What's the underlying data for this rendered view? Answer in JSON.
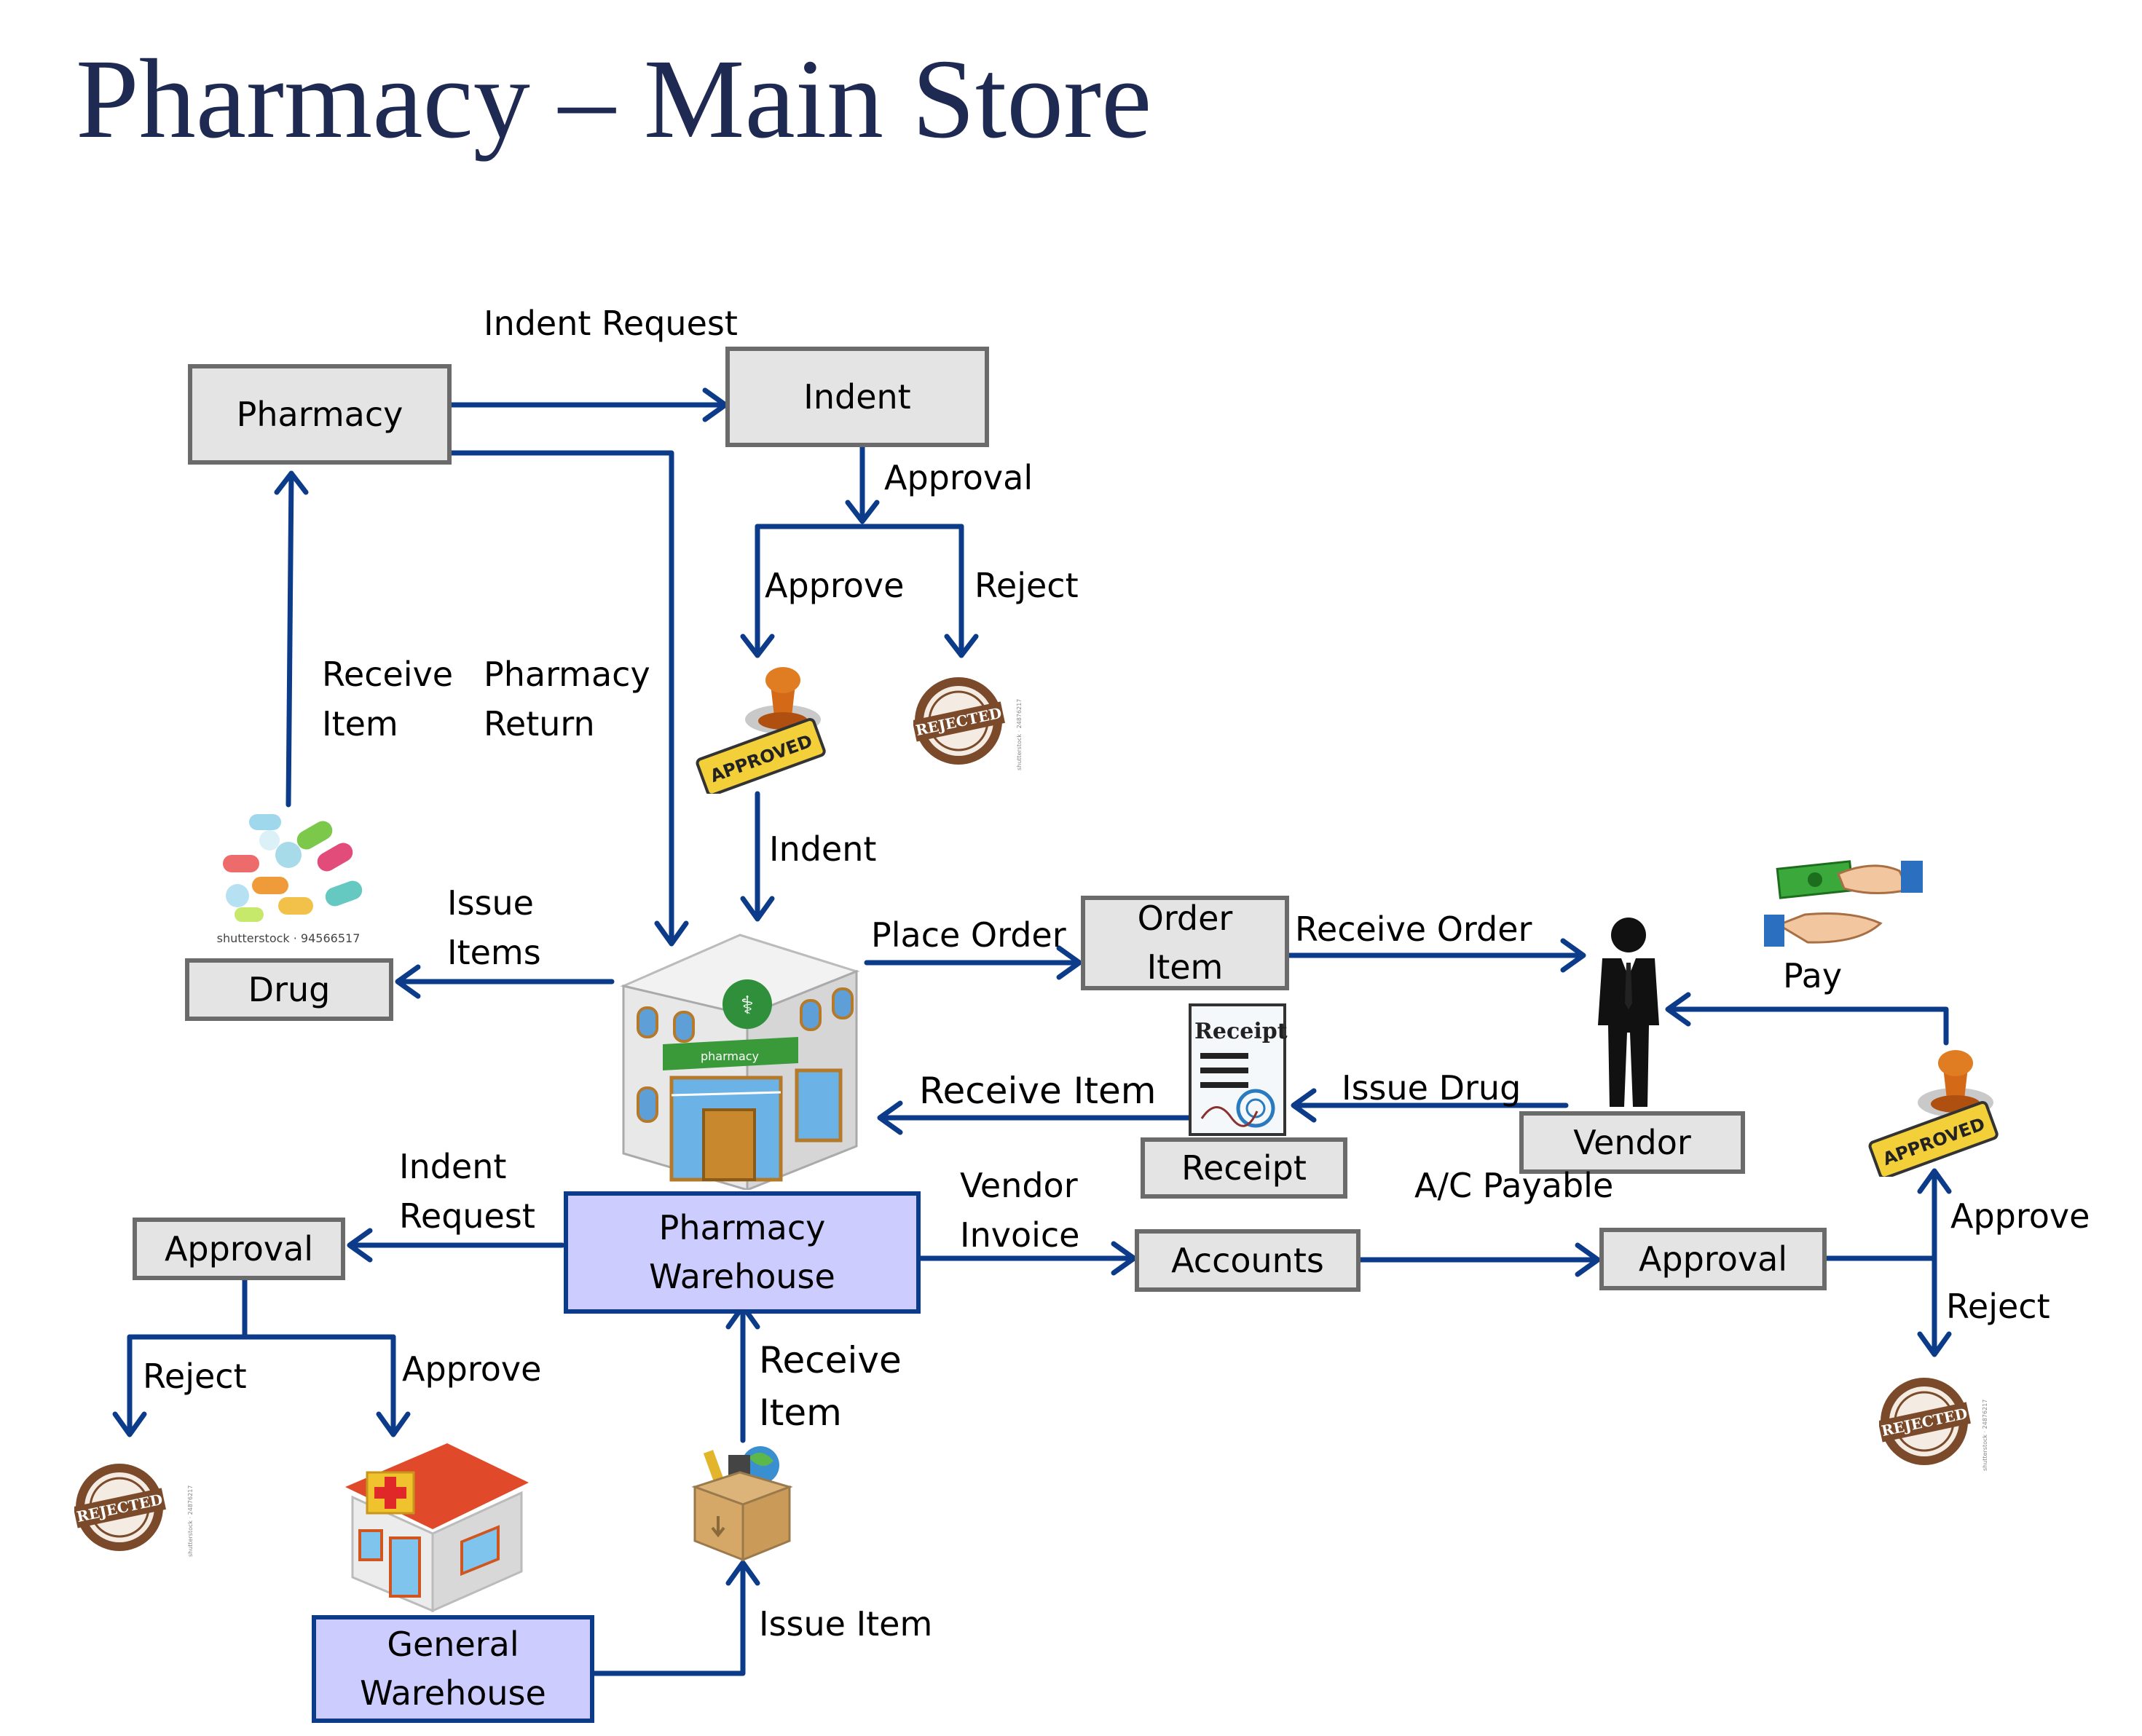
{
  "title": "Pharmacy – Main Store",
  "nodes": {
    "pharmacy": "Pharmacy",
    "indent": "Indent",
    "drug": "Drug",
    "order_item_1": "Order",
    "order_item_2": "Item",
    "vendor": "Vendor",
    "receipt": "Receipt",
    "pharmacy_warehouse_1": "Pharmacy",
    "pharmacy_warehouse_2": "Warehouse",
    "accounts": "Accounts",
    "approval_right": "Approval",
    "approval_left": "Approval",
    "general_warehouse_1": "General",
    "general_warehouse_2": "Warehouse"
  },
  "labels": {
    "indent_request_top": "Indent Request",
    "approval": "Approval",
    "approve_top": "Approve",
    "reject_top": "Reject",
    "receive_item_left_1": "Receive",
    "receive_item_left_2": "Item",
    "pharmacy_return_1": "Pharmacy",
    "pharmacy_return_2": "Return",
    "indent_mid": "Indent",
    "issue_items_1": "Issue",
    "issue_items_2": "Items",
    "place_order": "Place Order",
    "receive_order": "Receive Order",
    "pay": "Pay",
    "receive_item_mid": "Receive Item",
    "issue_drug": "Issue Drug",
    "indent_request_bottom_1": "Indent",
    "indent_request_bottom_2": "Request",
    "vendor_invoice_1": "Vendor",
    "vendor_invoice_2": "Invoice",
    "ac_payable": "A/C Payable",
    "approve_right": "Approve",
    "reject_right": "Reject",
    "reject_bottom": "Reject",
    "approve_bottom": "Approve",
    "receive_item_bottom_1": "Receive",
    "receive_item_bottom_2": "Item",
    "issue_item": "Issue Item"
  },
  "images": {
    "approved_stamp": "APPROVED",
    "rejected_stamp": "REJECTED",
    "stock_watermark_pills": "shutterstock · 94566517",
    "stock_watermark_rejected": "shutterstock · 24876217",
    "building_sign": "pharmacy",
    "receipt_heading": "Receipt"
  },
  "colors": {
    "title": "#1f2a52",
    "arrow": "#0c3b8a",
    "gray_box_fill": "#e4e4e4",
    "gray_box_border": "#6b6b6b",
    "blue_box_fill": "#ccccff",
    "blue_box_border": "#0c3b8a"
  }
}
